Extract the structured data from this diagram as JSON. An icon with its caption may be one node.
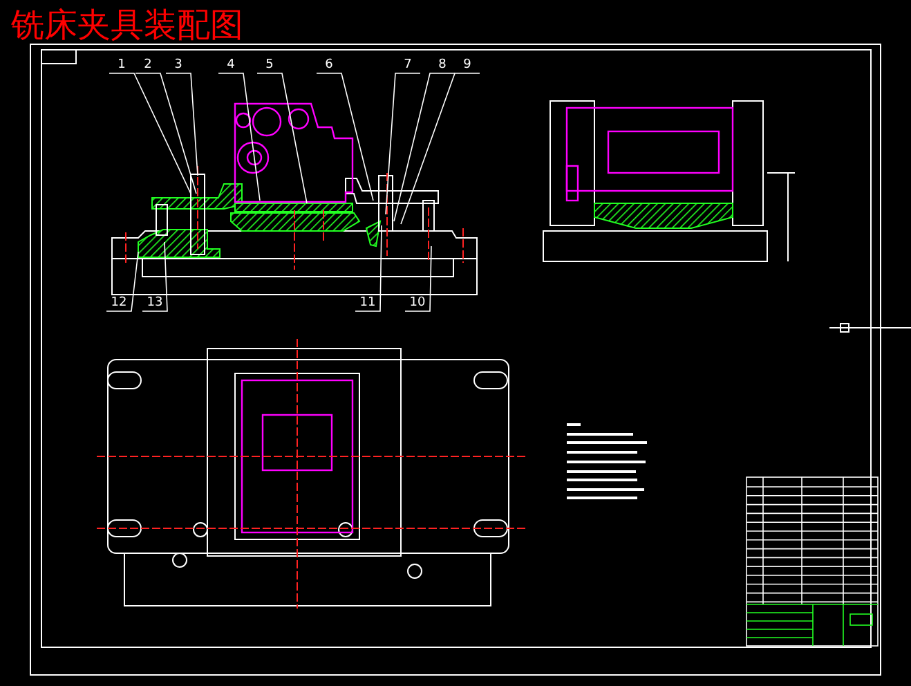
{
  "diagram": {
    "title": "铣床夹具装配图",
    "nodes": [
      {
        "text": [
          "1"
        ]
      },
      {
        "text": [
          "2"
        ]
      },
      {
        "text": [
          "3"
        ]
      },
      {
        "text": [
          "4"
        ]
      },
      {
        "text": [
          "5"
        ]
      },
      {
        "text": [
          "6"
        ]
      },
      {
        "text": [
          "7"
        ]
      },
      {
        "text": [
          "8"
        ]
      },
      {
        "text": [
          "9"
        ]
      },
      {
        "text": [
          "12"
        ]
      },
      {
        "text": [
          "13"
        ]
      },
      {
        "text": [
          "11"
        ]
      },
      {
        "text": [
          "10"
        ]
      },
      {
        "text": [],
        "shape": "picture"
      },
      {
        "text": [],
        "shape": "picture"
      }
    ],
    "edges": [
      {
        "from": 0,
        "to": 13,
        "arrow": "none"
      },
      {
        "from": 1,
        "to": 13,
        "arrow": "none"
      },
      {
        "from": 2,
        "to": 13,
        "arrow": "none"
      },
      {
        "from": 3,
        "to": 14,
        "arrow": "none"
      },
      {
        "from": 4,
        "to": 14,
        "arrow": "none"
      },
      {
        "from": 5,
        "to": 13,
        "arrow": "none"
      },
      {
        "from": 6,
        "to": 13,
        "arrow": "none"
      },
      {
        "from": 7,
        "to": 13,
        "arrow": "none"
      },
      {
        "from": 8,
        "to": 13,
        "arrow": "none"
      },
      {
        "from": 9,
        "to": 13,
        "arrow": "none"
      },
      {
        "from": 10,
        "to": 13,
        "arrow": "none"
      },
      {
        "from": 11,
        "to": 13,
        "arrow": "none"
      },
      {
        "from": 12,
        "to": 13,
        "arrow": "none"
      }
    ]
  }
}
